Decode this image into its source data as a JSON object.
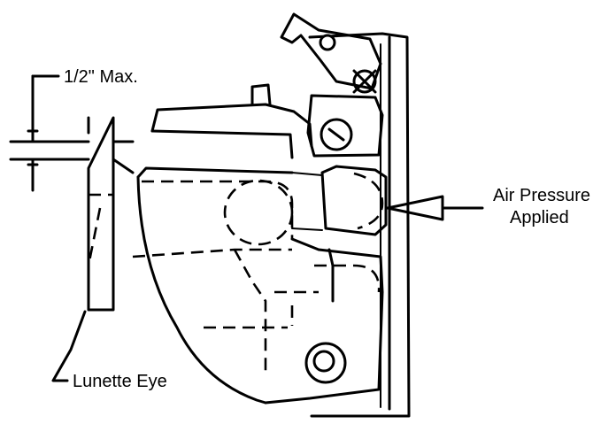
{
  "labels": {
    "max_gap": "1/2\" Max.",
    "air_line1": "Air Pressure",
    "air_line2": "Applied",
    "lunette": "Lunette Eye"
  }
}
